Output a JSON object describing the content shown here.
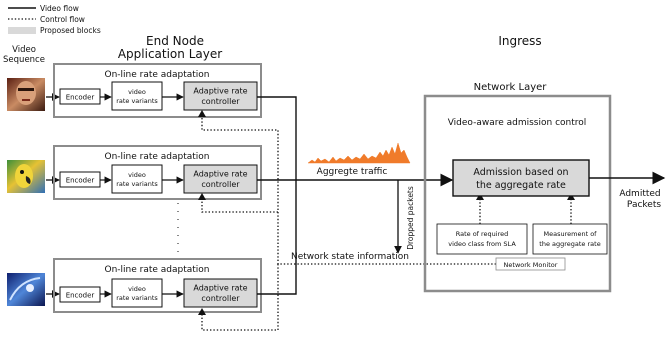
{
  "legend": {
    "video_flow": "Video flow",
    "control_flow": "Control flow",
    "proposed_blocks": "Proposed blocks"
  },
  "left": {
    "video_label_line1": "Video",
    "video_label_line2": "Sequence",
    "title_line1": "End Node",
    "title_line2": "Application Layer"
  },
  "adaptation_block": {
    "title": "On-line rate adaptation",
    "encoder": "Encoder",
    "variants_line1": "video",
    "variants_line2": "rate variants",
    "controller_line1": "Adaptive rate",
    "controller_line2": "controller"
  },
  "middle": {
    "aggregate_traffic": "Aggregte traffic",
    "dropped_packets": "Dropped packets",
    "network_state": "Network state information"
  },
  "right": {
    "ingress": "Ingress",
    "network_layer": "Network Layer",
    "admission_control": "Video-aware admission control",
    "admission_line1": "Admission based on",
    "admission_line2": "the aggregate rate",
    "sla_line1": "Rate of required",
    "sla_line2": "video class from SLA",
    "measure_line1": "Measurement of",
    "measure_line2": "the aggregate rate",
    "network_monitor": "Network Monitor",
    "admitted_line1": "Admitted",
    "admitted_line2": "Packets"
  },
  "colors": {
    "proposed_fill": "#d9d9d9",
    "frame_gray": "#8c8c8c",
    "traffic_orange": "#f07b2a"
  },
  "icons": [
    "face-thumbnail-icon",
    "parrot-thumbnail-icon",
    "motion-thumbnail-icon"
  ]
}
